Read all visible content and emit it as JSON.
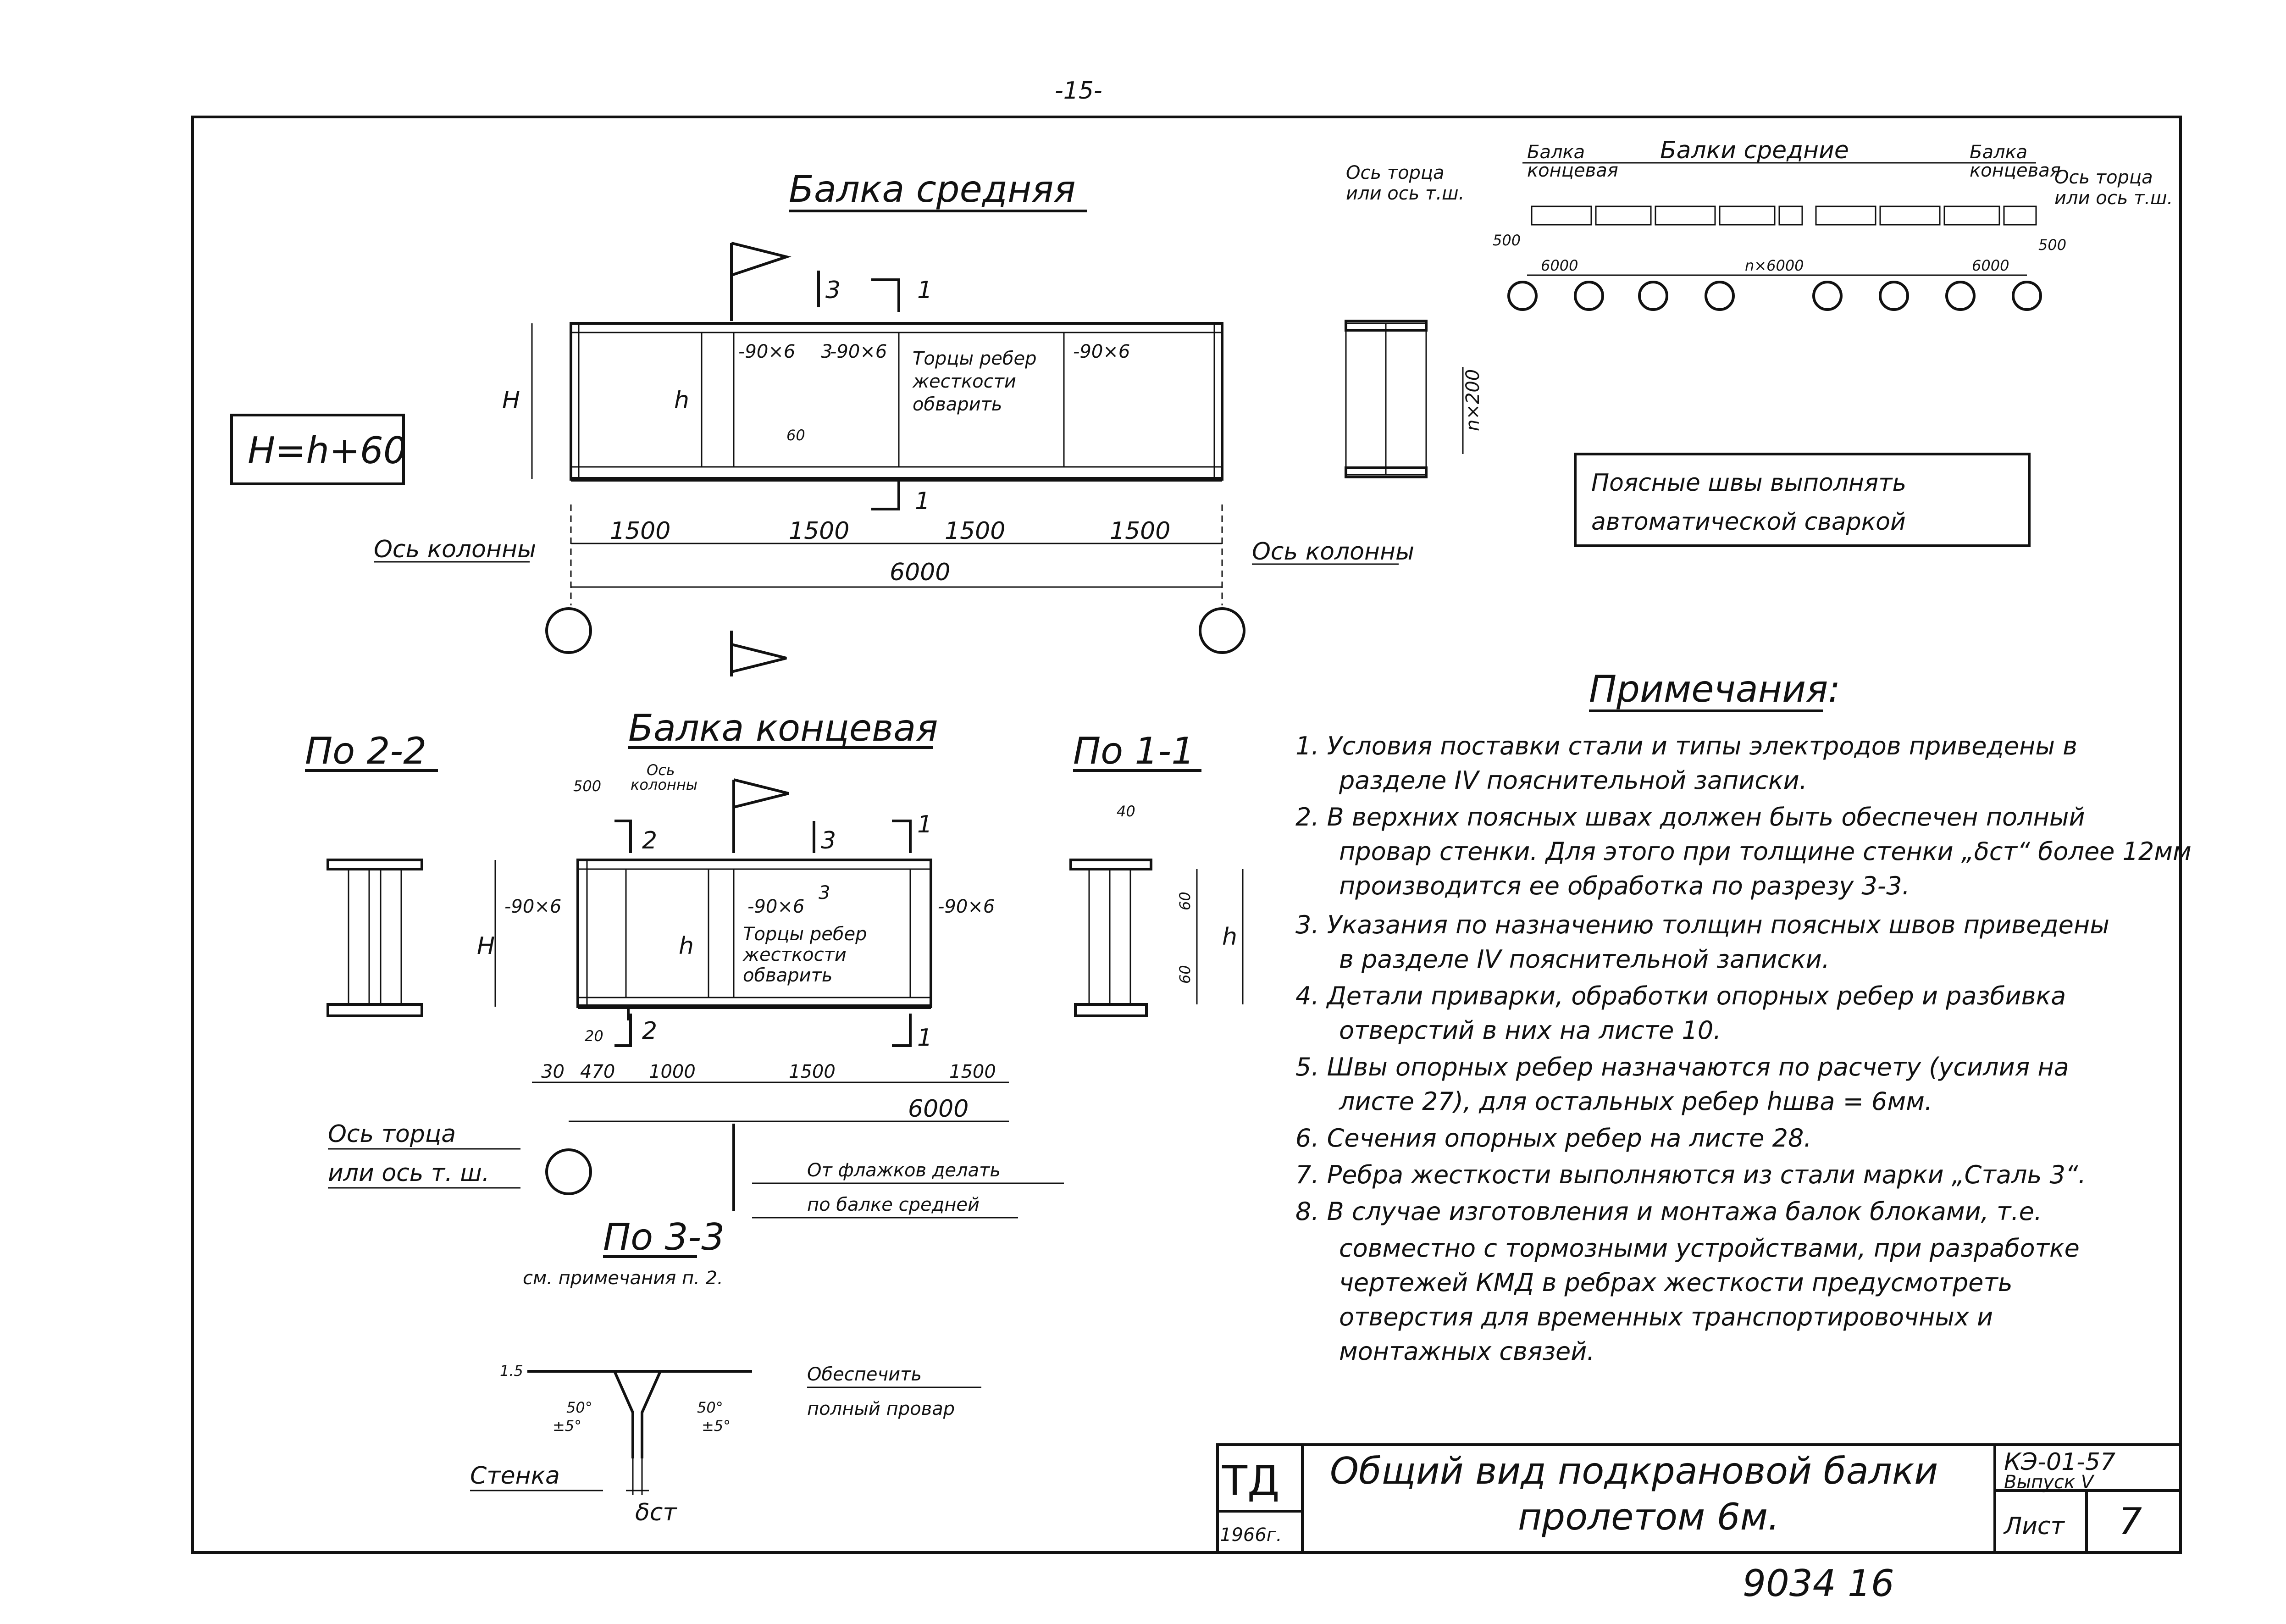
{
  "page_number": "-15-",
  "section_middle": {
    "title": "Балка средняя",
    "formula": "H=h+60",
    "height_label": "H",
    "web_height_label": "h",
    "rib_label": "-90×6",
    "cut_3": "3",
    "cut_1": "1",
    "rib_ends_note": "Торцы ребер жесткости обварить",
    "dim_60": "60",
    "dim_n200": "n×200",
    "dims": [
      "1500",
      "1500",
      "1500",
      "1500"
    ],
    "total": "6000",
    "axis_left": "Ось колонны",
    "axis_right": "Ось колонны"
  },
  "scheme": {
    "end_beam_left": "Балка концевая",
    "middle_beams": "Балки средние",
    "end_beam_right": "Балка концевая",
    "axis_left": "Ось торца или ось т.ш.",
    "axis_right": "Ось торца или ось т.ш.",
    "dim_500_left": "500",
    "dim_6000_left": "6000",
    "dim_n6000": "n×6000",
    "dim_6000_right": "6000",
    "dim_500_right": "500"
  },
  "weld_note": {
    "line1": "Поясные швы выполнять",
    "line2": "автоматической сваркой"
  },
  "section_end": {
    "title": "Балка концевая",
    "view_22": "По 2-2",
    "view_11": "По 1-1",
    "view_33": "По 3-3",
    "view_33_sub": "см. примечания п. 2.",
    "axis_col": "Ось колонны",
    "dim_500": "500",
    "cut_2": "2",
    "cut_3": "3",
    "cut_1": "1",
    "rib_label": "-90×6",
    "rib_ends_note": "Торцы ребер жесткости обварить",
    "height_label": "H",
    "web_height_label": "h",
    "dim_40": "40",
    "dim_60a": "60",
    "dim_60b": "60",
    "dim_20": "20",
    "dims": [
      "30",
      "470",
      "1000",
      "1500",
      "1500"
    ],
    "total": "6000",
    "axis_end": "Ось торца",
    "axis_end2": "или ось т. ш.",
    "flags_note1": "От флажков делать",
    "flags_note2": "по балке средней"
  },
  "weld_detail": {
    "full_pen": "Обеспечить",
    "full_pen2": "полный провар",
    "wall": "Стенка",
    "angle1": "50°",
    "angle2": "50°",
    "tol1": "±5°",
    "tol2": "±5°",
    "delta": "δст",
    "gap": "1.5"
  },
  "notes": {
    "title": "Примечания:",
    "items": [
      "1. Условия поставки стали и типы электродов приведены в",
      "разделе IV пояснительной записки.",
      "2. В верхних поясных швах должен быть обеспечен полный",
      "провар стенки. Для этого при толщине стенки „δст“ более 12мм",
      "производится ее обработка по разрезу 3-3.",
      "3. Указания по назначению толщин поясных швов приведены",
      "в разделе IV пояснительной записки.",
      "4. Детали приварки, обработки опорных ребер и разбивка",
      "отверстий в них на листе 10.",
      "5. Швы опорных ребер назначаются по расчету (усилия на",
      "листе 27), для остальных ребер hшва = 6мм.",
      "6. Сечения опорных ребер на листе 28.",
      "7. Ребра жесткости выполняются из стали марки „Сталь 3“.",
      "8. В случае изготовления и монтажа балок блоками, т.е.",
      "совместно с тормозными устройствами, при разработке",
      "чертежей КМД в ребрах жесткости предусмотреть",
      "отверстия для временных транспортировочных и",
      "монтажных связей."
    ]
  },
  "title_block": {
    "logo": "ТД",
    "year": "1966г.",
    "title1": "Общий вид подкрановой балки",
    "title2": "пролетом 6м.",
    "code": "КЭ-01-57",
    "issue": "Выпуск V",
    "sheet_label": "Лист",
    "sheet_no": "7"
  },
  "stamp": "9034 16"
}
